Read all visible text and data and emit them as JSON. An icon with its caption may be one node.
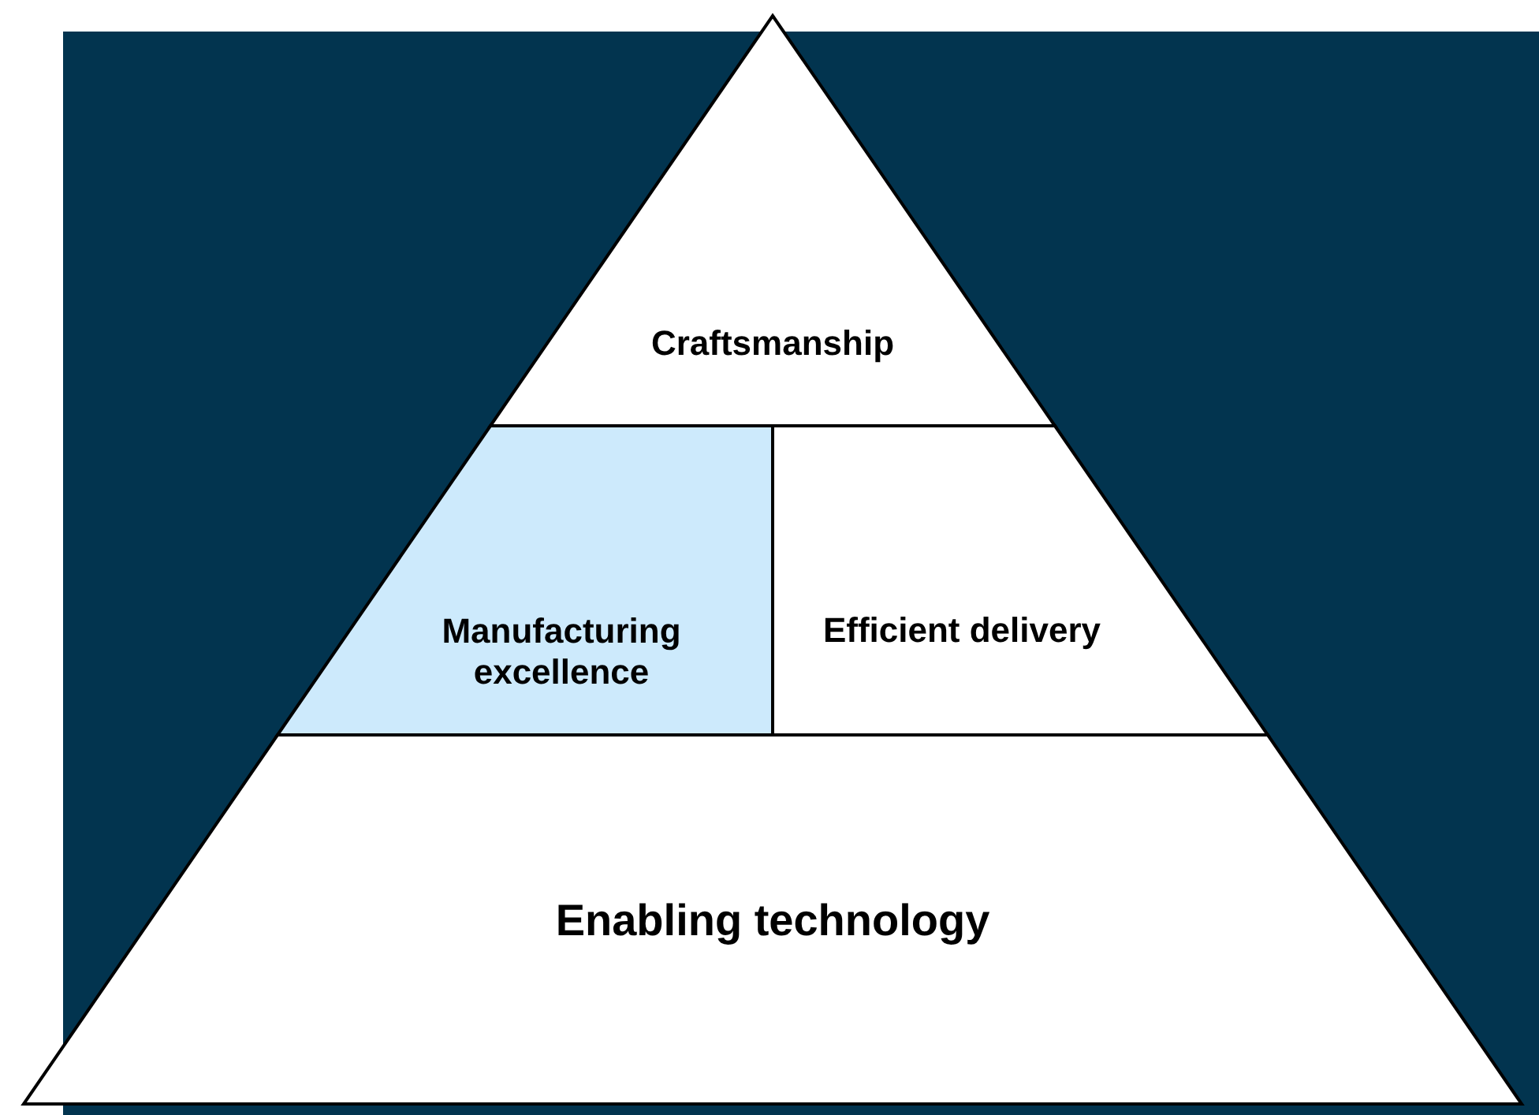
{
  "diagram": {
    "nodes": [
      {
        "text": [
          "Craftsmanship"
        ]
      },
      {
        "text": [
          "Manufacturing excellence"
        ]
      },
      {
        "text": [
          "Efficient delivery"
        ]
      },
      {
        "text": [
          "Enabling technology"
        ]
      }
    ]
  }
}
